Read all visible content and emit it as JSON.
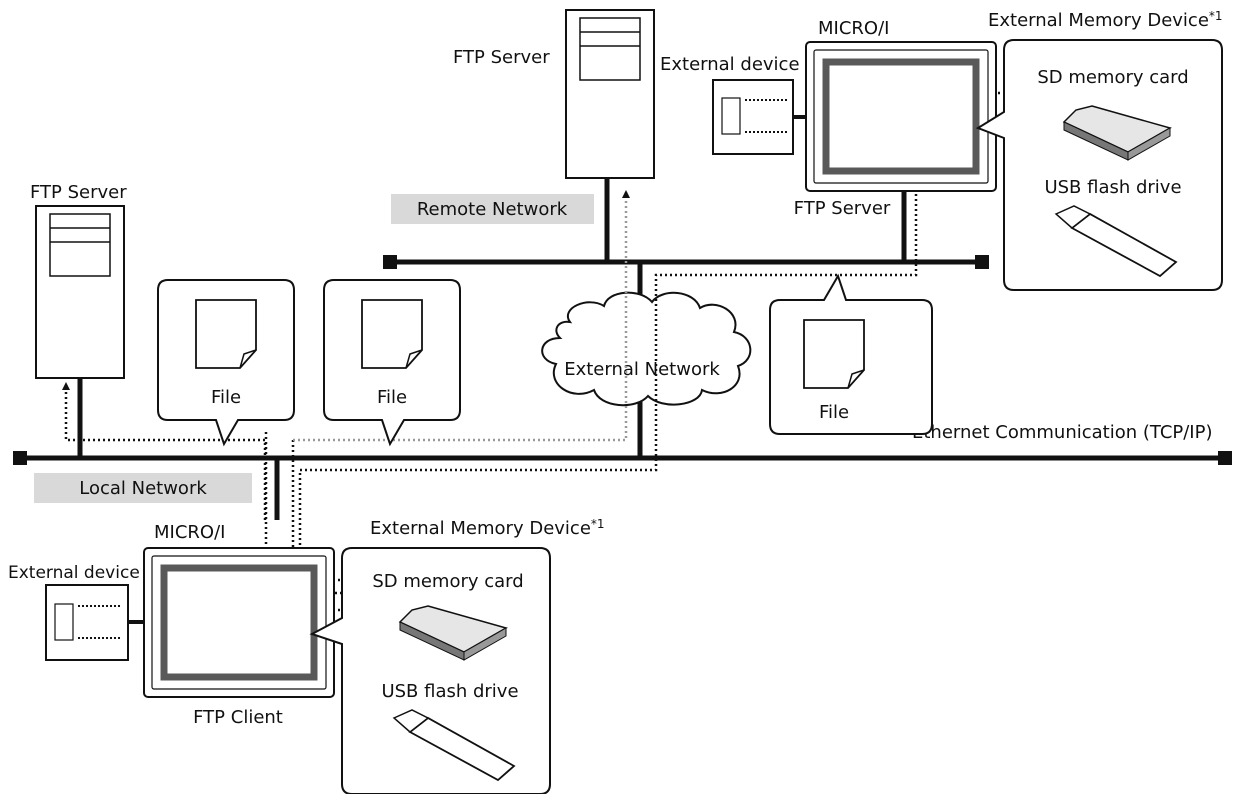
{
  "labels": {
    "ftp_server_left": "FTP Server",
    "ftp_server_top": "FTP Server",
    "ftp_server_micro": "FTP Server",
    "ftp_client": "FTP Client",
    "micro_top": "MICRO/I",
    "micro_bottom": "MICRO/I",
    "external_device_top": "External device",
    "external_device_bottom": "External device",
    "ext_mem_top": "External Memory Device",
    "ext_mem_bottom": "External Memory Device",
    "footnote_mark": "*1",
    "sd_top": "SD memory card",
    "usb_top": "USB flash drive",
    "sd_bottom": "SD memory card",
    "usb_bottom": "USB flash drive",
    "remote_network": "Remote Network",
    "local_network": "Local Network",
    "external_network": "External Network",
    "ethernet": "Ethernet Communication (TCP/IP)",
    "file_1": "File",
    "file_2": "File",
    "file_3": "File"
  },
  "colors": {
    "line": "#111111",
    "network_label_bg": "#d9d9d9",
    "screen_border": "#595959"
  },
  "icons": [
    "server-icon",
    "micro-i-panel-icon",
    "plc-icon",
    "sd-card-icon",
    "usb-drive-icon",
    "file-icon",
    "cloud-icon"
  ]
}
